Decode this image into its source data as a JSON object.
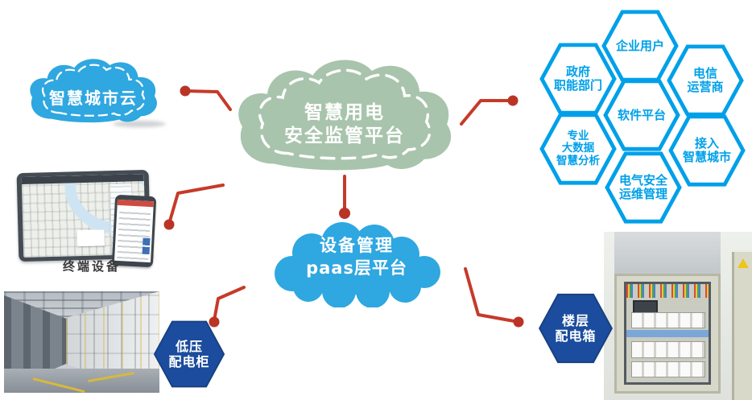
{
  "colors": {
    "cloud_blue": "#2FA7E0",
    "cloud_green": "#A9C4AC",
    "hex_outline_blue": "#00A0E9",
    "hex_navy": "#1B4C9D",
    "connector_red": "#C63A29"
  },
  "clouds": {
    "smart_city": {
      "label": "智慧城市云"
    },
    "supervision": {
      "line1": "智慧用电",
      "line2": "安全监管平台"
    },
    "paas": {
      "line1": "设备管理",
      "line2": "paas层平台"
    }
  },
  "honeycomb": {
    "items": [
      {
        "id": "enterprise-users",
        "lines": [
          "企业用户"
        ]
      },
      {
        "id": "government-depts",
        "lines": [
          "政府",
          "职能部门"
        ]
      },
      {
        "id": "telecom-operators",
        "lines": [
          "电信",
          "运营商"
        ]
      },
      {
        "id": "software-platform",
        "lines": [
          "软件平台"
        ]
      },
      {
        "id": "bigdata-analysis",
        "lines": [
          "专业",
          "大数据",
          "智慧分析"
        ]
      },
      {
        "id": "smart-city-access",
        "lines": [
          "接入",
          "智慧城市"
        ]
      },
      {
        "id": "electrical-safety-om",
        "lines": [
          "电气安全",
          "运维管理"
        ]
      }
    ]
  },
  "terminal": {
    "caption": "终端设备"
  },
  "lv_cabinet": {
    "lines": [
      "低压",
      "配电柜"
    ]
  },
  "floor_box": {
    "lines": [
      "楼层",
      "配电箱"
    ]
  }
}
